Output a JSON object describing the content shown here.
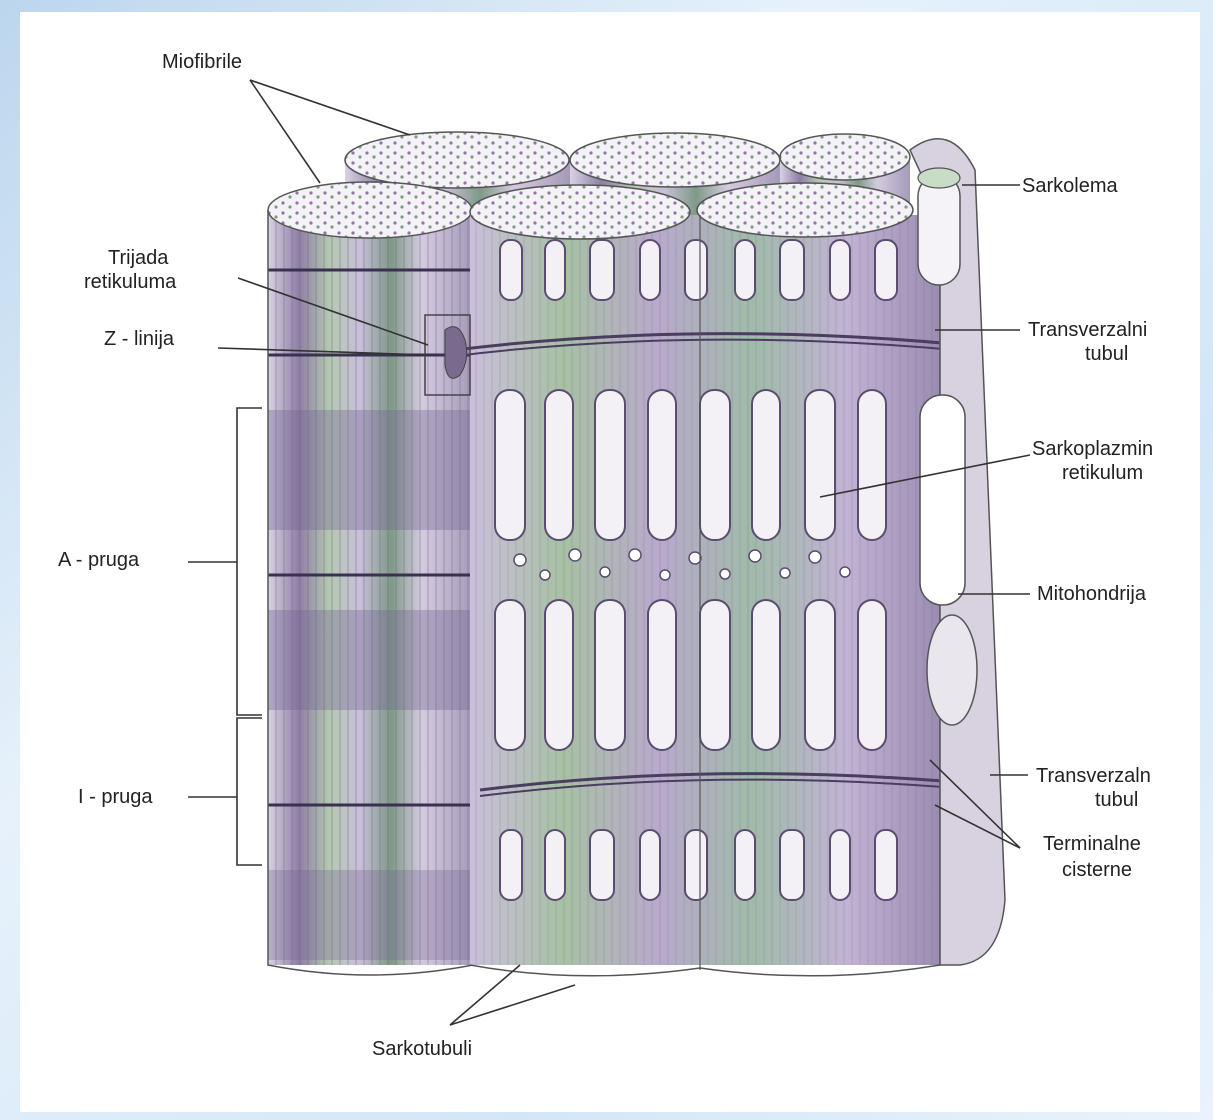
{
  "labels": {
    "miofibrile": "Miofibrile",
    "sarkolema": "Sarkolema",
    "trijada_l1": "Trijada",
    "trijada_l2": "retikuluma",
    "z_linija": "Z - linija",
    "transverzalni_1_l1": "Transverzalni",
    "transverzalni_1_l2": "tubul",
    "sarkoplazmin_l1": "Sarkoplazmin",
    "sarkoplazmin_l2": "retikulum",
    "a_pruga": "A - pruga",
    "mitohondrija": "Mitohondrija",
    "i_pruga": "I - pruga",
    "transverzalni_2_l1": "Transverzaln",
    "transverzalni_2_l2": "tubul",
    "terminalne_l1": "Terminalne",
    "terminalne_l2": "cisterne",
    "sarkotubuli": "Sarkotubuli"
  },
  "colors": {
    "slide_bg": "#cfe2f4",
    "panel": "#ffffff",
    "fibril_purple": "#b8a6c8",
    "fibril_green": "#a9c6a8",
    "reticulum": "#9d8fae",
    "label_text": "#222222"
  }
}
